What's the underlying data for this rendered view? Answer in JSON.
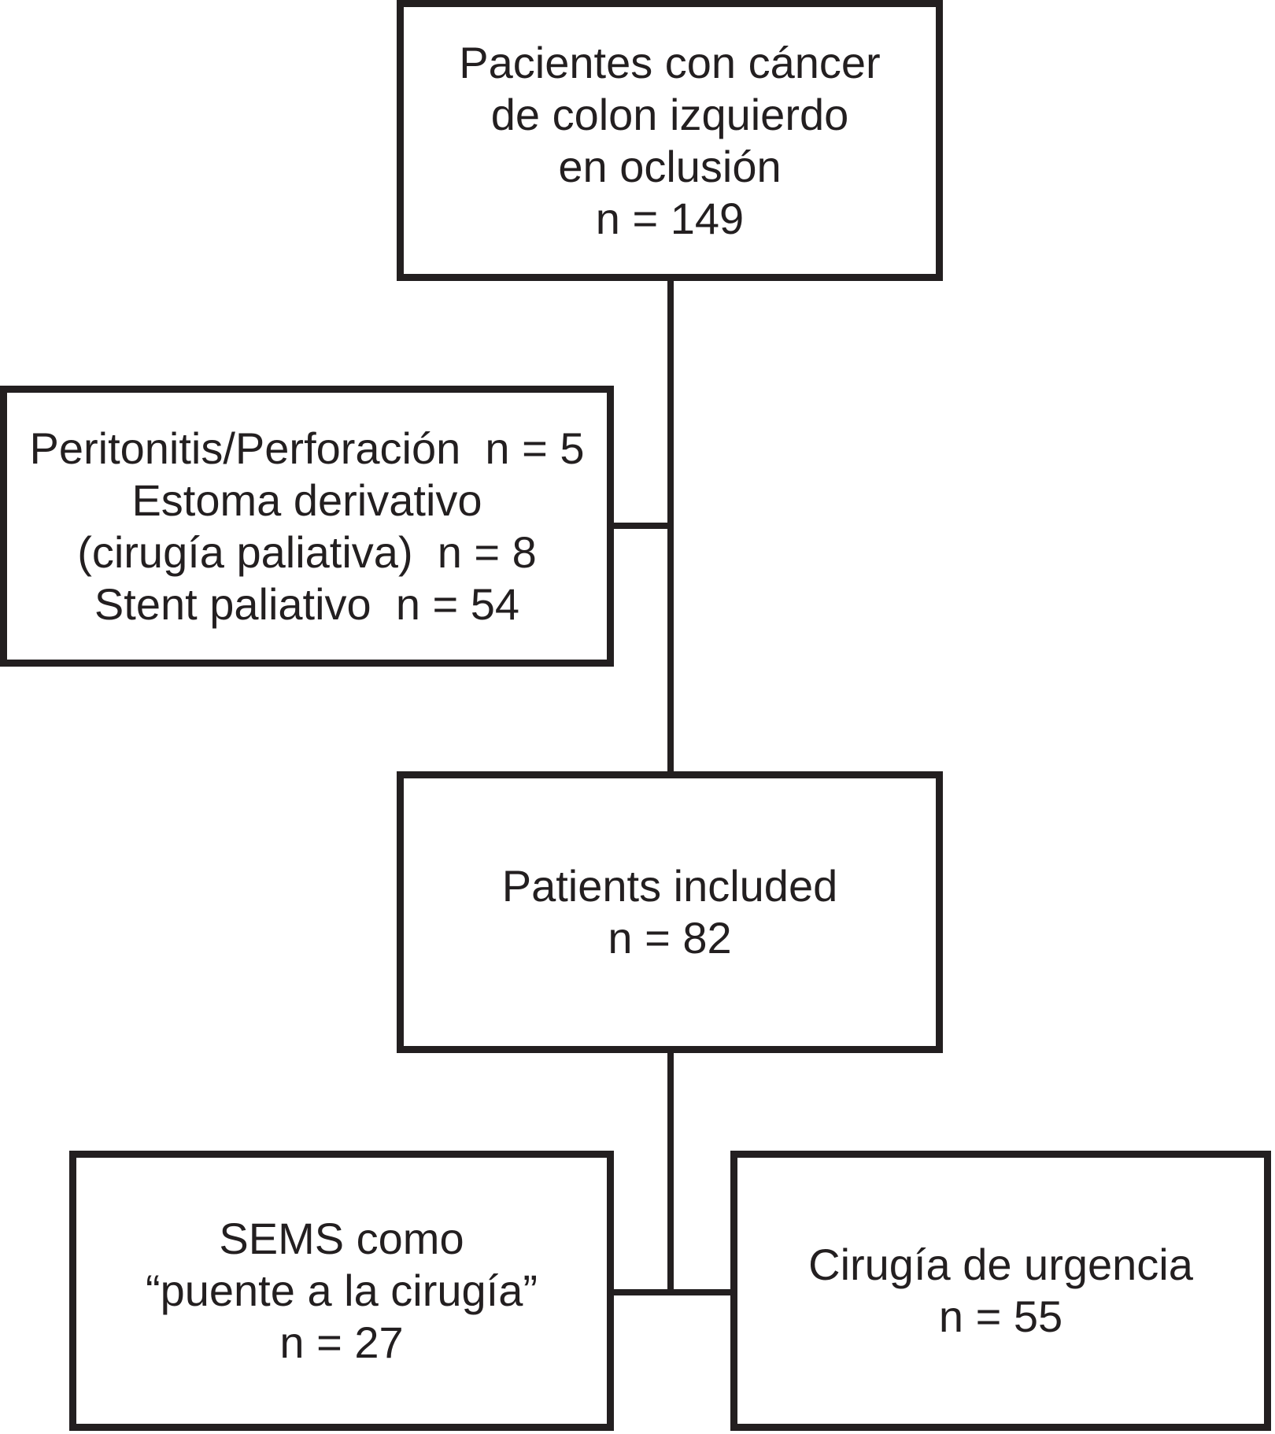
{
  "figure": {
    "type": "patient-flowchart",
    "ink_color": "#231F20",
    "background_color": "#FFFFFF",
    "boxes": {
      "source": {
        "lines": [
          "Pacientes con cáncer",
          "de colon izquierdo",
          "en oclusión",
          "n = 149"
        ]
      },
      "exclusions": {
        "lines": [
          "Peritonitis/Perforación  n = 5",
          "Estoma derivativo",
          "(cirugía paliativa)  n = 8",
          "Stent paliativo  n = 54"
        ]
      },
      "included": {
        "lines": [
          "Patients included",
          "n = 82"
        ]
      },
      "bridge_to_surgery": {
        "lines": [
          "SEMS como",
          "“puente a la cirugía”",
          "n = 27"
        ]
      },
      "emergency_surgery": {
        "lines": [
          "Cirugía de urgencia",
          "n = 55"
        ]
      }
    }
  }
}
